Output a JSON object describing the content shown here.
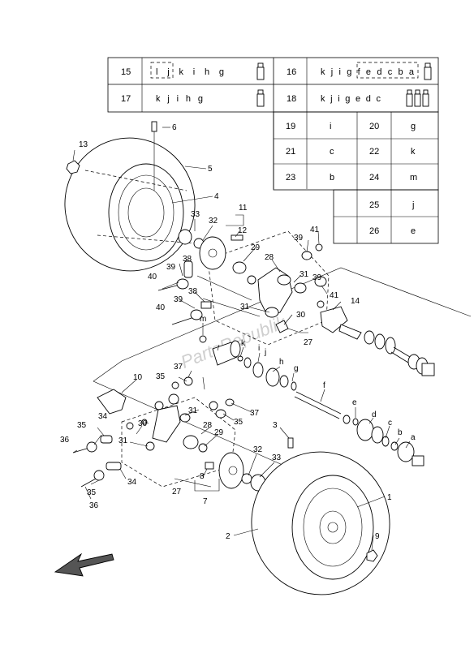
{
  "key_table": {
    "rows": [
      {
        "no": "15",
        "letters": "l j k i h g",
        "boxed": "l j"
      },
      {
        "no": "16",
        "letters": "k j i g f e d c b a",
        "boxed": "f e d c b a"
      },
      {
        "no": "17",
        "letters": "k j i h g"
      },
      {
        "no": "18",
        "letters": "k j i g e d c"
      }
    ],
    "pairs": [
      {
        "no": "19",
        "letter": "i"
      },
      {
        "no": "20",
        "letter": "g"
      },
      {
        "no": "21",
        "letter": "c"
      },
      {
        "no": "22",
        "letter": "k"
      },
      {
        "no": "23",
        "letter": "b"
      },
      {
        "no": "24",
        "letter": "m"
      },
      {
        "no": "25",
        "letter": "j"
      },
      {
        "no": "26",
        "letter": "e"
      }
    ]
  },
  "watermark": "PartsRepublik",
  "callouts": {
    "c1": "1",
    "c2": "2",
    "c3": "3",
    "c4": "4",
    "c5": "5",
    "c6": "6",
    "c7": "7",
    "c8": "8",
    "c9": "9",
    "c10": "10",
    "c11": "11",
    "c12": "12",
    "c13": "13",
    "c14": "14",
    "c27a": "27",
    "c27b": "27",
    "c28a": "28",
    "c28b": "28",
    "c29a": "29",
    "c29b": "29",
    "c30a": "30",
    "c30b": "30",
    "c31a": "31",
    "c31b": "31",
    "c31c": "31",
    "c31d": "31",
    "c32a": "32",
    "c32b": "32",
    "c33a": "33",
    "c33b": "33",
    "c34a": "34",
    "c34b": "34",
    "c35a": "35",
    "c35b": "35",
    "c35c": "35",
    "c35d": "35",
    "c36a": "36",
    "c36b": "36",
    "c37a": "37",
    "c37b": "37",
    "c38a": "38",
    "c38b": "38",
    "c39a": "39",
    "c39b": "39",
    "c39c": "39",
    "c39d": "39",
    "c40a": "40",
    "c40b": "40",
    "c41a": "41",
    "c41b": "41",
    "la": "a",
    "lb": "b",
    "lc": "c",
    "ld": "d",
    "le": "e",
    "lf": "f",
    "lg": "g",
    "lh": "h",
    "li": "i",
    "lj": "j",
    "lk": "k",
    "lm": "m"
  },
  "icons": {
    "direction": "front-arrow-icon",
    "grease": "grease-tube-icon"
  }
}
